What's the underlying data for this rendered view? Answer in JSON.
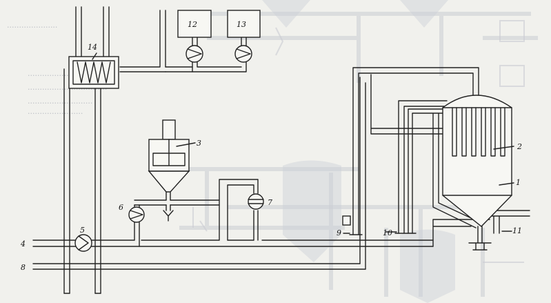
{
  "labels": {
    "l1": "1",
    "l2": "2",
    "l3": "3",
    "l4": "4",
    "l5": "5",
    "l6": "6",
    "l7": "7",
    "l8": "8",
    "l9": "9",
    "l10": "10",
    "l11": "11",
    "l12": "12",
    "l13": "13",
    "l14": "14"
  },
  "colors": {
    "ink": "#222222",
    "paper": "#f1f1ed",
    "ghost": "#c9ccd2"
  }
}
